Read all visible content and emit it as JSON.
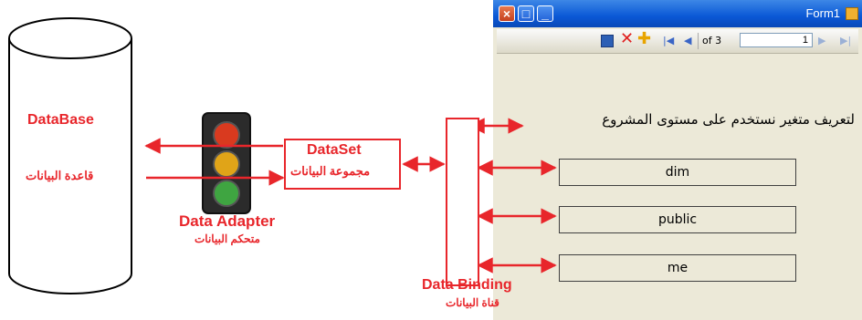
{
  "database": {
    "title": "DataBase",
    "arabic": "قاعدة البيانات"
  },
  "adapter": {
    "title": "Data Adapter",
    "arabic": "متحكم البيانات"
  },
  "dataset": {
    "title": "DataSet",
    "arabic": "مجموعة البيانات"
  },
  "binding": {
    "title": "Data Binding",
    "arabic": "قناة البيانات"
  },
  "form": {
    "title": "Form1",
    "navigator": {
      "position": "1",
      "count_text": "of 3"
    },
    "caption": "لتعريف متغير نستخدم على مستوى المشروع",
    "keywords": [
      "dim",
      "public",
      "me"
    ]
  },
  "colors": {
    "accent": "#e8262b",
    "xp_blue": "#0a58d6",
    "form_bg": "#ece9d8"
  },
  "icons": [
    "close-icon",
    "maximize-icon",
    "minimize-icon",
    "save-icon",
    "delete-icon",
    "add-icon",
    "first-record-icon",
    "previous-record-icon",
    "next-record-icon",
    "last-record-icon",
    "form-app-icon",
    "traffic-light-icon"
  ]
}
